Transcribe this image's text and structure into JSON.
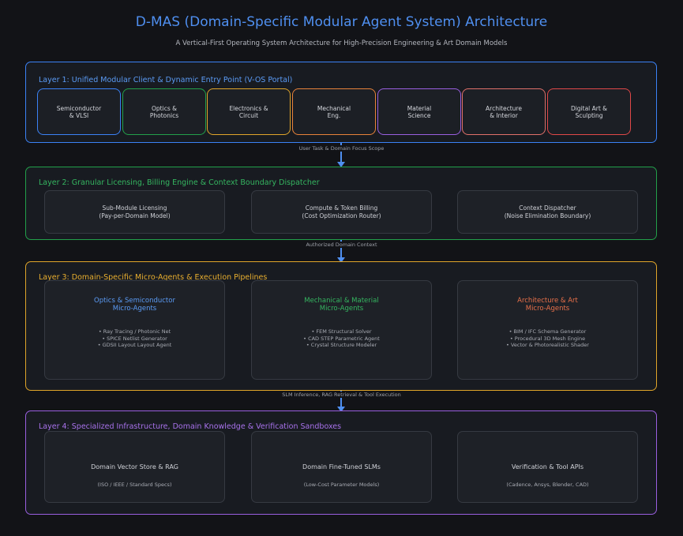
{
  "title": "D-MAS (Domain-Specific Modular Agent System) Architecture",
  "subtitle": "A Vertical-First Operating System Architecture for High-Precision Engineering & Art Domain Models",
  "layer1": {
    "title": "Layer 1: Unified Modular Client & Dynamic Entry Point (V-OS Portal)",
    "domains": [
      {
        "label": "Semiconductor\n& VLSI",
        "color": "#3b82f6"
      },
      {
        "label": "Optics &\nPhotonics",
        "color": "#22a04a"
      },
      {
        "label": "Electronics &\nCircuit",
        "color": "#e0a52a"
      },
      {
        "label": "Mechanical\nEng.",
        "color": "#e8823a"
      },
      {
        "label": "Material\nScience",
        "color": "#9a5fe0"
      },
      {
        "label": "Architecture\n& Interior",
        "color": "#e0706a"
      },
      {
        "label": "Digital Art &\nSculpting",
        "color": "#e04848"
      }
    ]
  },
  "flow1": "User Task & Domain Focus Scope",
  "layer2": {
    "title": "Layer 2: Granular Licensing, Billing Engine & Context Boundary Dispatcher",
    "boxes": [
      "Sub-Module Licensing\n(Pay-per-Domain Model)",
      "Compute & Token Billing\n(Cost Optimization Router)",
      "Context Dispatcher\n(Noise Elimination Boundary)"
    ]
  },
  "flow2": "Authorized Domain Context",
  "layer3": {
    "title": "Layer 3: Domain-Specific Micro-Agents & Execution Pipelines",
    "agents": [
      {
        "title": "Optics & Semiconductor\nMicro-Agents",
        "color": "#5b9bf5",
        "items": "• Ray Tracing / Photonic Net\n• SPICE Netlist Generator\n• GDSII Layout Layout Agent"
      },
      {
        "title": "Mechanical & Material\nMicro-Agents",
        "color": "#35b560",
        "items": "• FEM Structural Solver\n• CAD STEP Parametric Agent\n• Crystal Structure Modeler"
      },
      {
        "title": "Architecture & Art\nMicro-Agents",
        "color": "#e8704a",
        "items": "• BIM / IFC Schema Generator\n• Procedural 3D Mesh Engine\n• Vector & Photorealistic Shader"
      }
    ]
  },
  "flow3": "SLM Inference, RAG Retrieval & Tool Execution",
  "layer4": {
    "title": "Layer 4: Specialized Infrastructure, Domain Knowledge & Verification Sandboxes",
    "boxes": [
      {
        "title": "Domain Vector Store & RAG",
        "sub": "(ISO / IEEE / Standard Specs)"
      },
      {
        "title": "Domain Fine-Tuned SLMs",
        "sub": "(Low-Cost Parameter Models)"
      },
      {
        "title": "Verification & Tool APIs",
        "sub": "(Cadence, Ansys, Blender, CAD)"
      }
    ]
  }
}
